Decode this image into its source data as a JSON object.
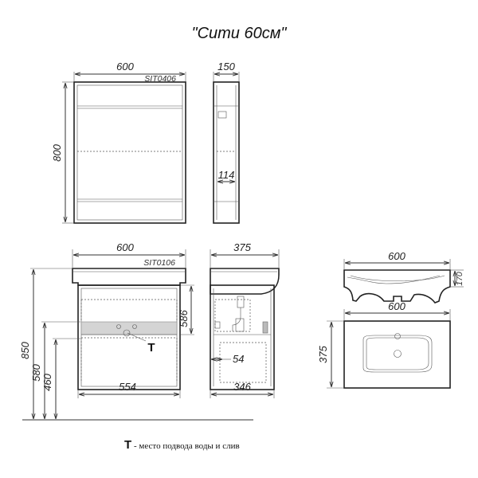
{
  "title": "\"Сити 60см\"",
  "mirror_cabinet": {
    "code": "SIT0406",
    "width": "600",
    "height": "800",
    "depth": "150",
    "shelf_depth": "114"
  },
  "vanity": {
    "code": "SIT0106",
    "width": "600",
    "inner_width": "554",
    "height_total": "850",
    "height_580": "580",
    "height_460": "460",
    "body_height": "586",
    "depth": "375",
    "inner_depth": "346",
    "offset": "54"
  },
  "basin": {
    "width_side": "600",
    "height_side": "170",
    "width_top": "600",
    "depth_top": "375"
  },
  "legend": {
    "mark": "Т",
    "text": "- место подвода воды и слив"
  }
}
